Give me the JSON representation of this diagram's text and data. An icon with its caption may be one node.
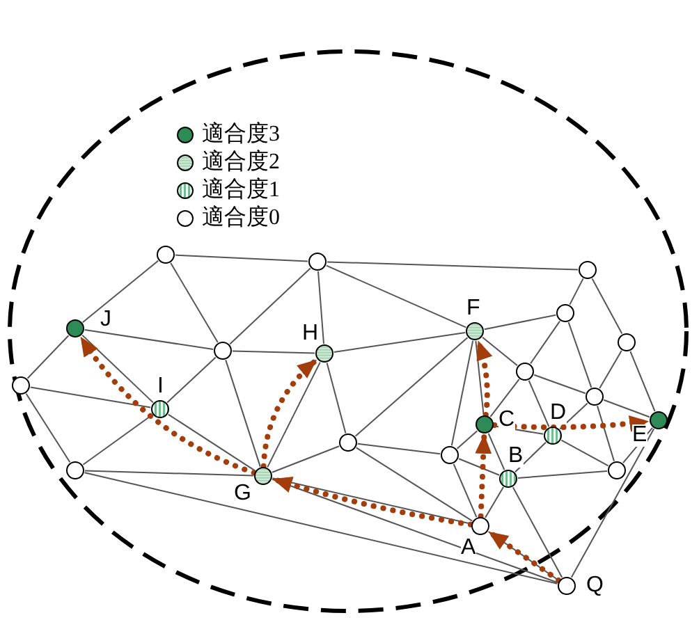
{
  "diagram": {
    "nodes": [
      {
        "text": [],
        "shape": "circle"
      },
      {
        "text": [],
        "shape": "circle"
      },
      {
        "text": [],
        "shape": "circle"
      },
      {
        "text": [],
        "shape": "circle"
      },
      {
        "text": [],
        "shape": "circle",
        "beside": [
          "J"
        ]
      },
      {
        "text": [],
        "shape": "circle",
        "beside": [
          "F"
        ]
      },
      {
        "text": [],
        "shape": "circle"
      },
      {
        "text": [],
        "shape": "circle"
      },
      {
        "text": [],
        "shape": "circle",
        "beside": [
          "H"
        ]
      },
      {
        "text": [],
        "shape": "circle"
      },
      {
        "text": [],
        "shape": "circle"
      },
      {
        "text": [],
        "shape": "circle"
      },
      {
        "text": [],
        "shape": "circle",
        "beside": [
          "I"
        ]
      },
      {
        "text": [],
        "shape": "circle",
        "beside": [
          "E"
        ]
      },
      {
        "text": [],
        "shape": "circle",
        "beside": [
          "C"
        ]
      },
      {
        "text": [],
        "shape": "circle",
        "beside": [
          "D"
        ]
      },
      {
        "text": [],
        "shape": "circle"
      },
      {
        "text": [],
        "shape": "circle"
      },
      {
        "text": [],
        "shape": "circle"
      },
      {
        "text": [],
        "shape": "circle"
      },
      {
        "text": [],
        "shape": "circle",
        "beside": [
          "G"
        ]
      },
      {
        "text": [],
        "shape": "circle",
        "beside": [
          "B"
        ]
      },
      {
        "text": [],
        "shape": "circle",
        "beside": [
          "A"
        ]
      },
      {
        "text": [],
        "shape": "circle",
        "beside": [
          "Q"
        ]
      }
    ],
    "edges": [
      {
        "from": 0,
        "to": 1,
        "arrow": "none"
      },
      {
        "from": 0,
        "to": 4,
        "arrow": "none"
      },
      {
        "from": 0,
        "to": 7,
        "arrow": "none"
      },
      {
        "from": 1,
        "to": 2,
        "arrow": "none"
      },
      {
        "from": 1,
        "to": 8,
        "arrow": "none"
      },
      {
        "from": 1,
        "to": 7,
        "arrow": "none"
      },
      {
        "from": 1,
        "to": 5,
        "arrow": "none"
      },
      {
        "from": 7,
        "to": 4,
        "arrow": "none"
      },
      {
        "from": 7,
        "to": 8,
        "arrow": "none"
      },
      {
        "from": 7,
        "to": 12,
        "arrow": "none"
      },
      {
        "from": 7,
        "to": 20,
        "arrow": "none"
      },
      {
        "from": 4,
        "to": 10,
        "arrow": "none"
      },
      {
        "from": 4,
        "to": 12,
        "arrow": "none"
      },
      {
        "from": 10,
        "to": 12,
        "arrow": "none"
      },
      {
        "from": 10,
        "to": 18,
        "arrow": "none"
      },
      {
        "from": 12,
        "to": 18,
        "arrow": "none"
      },
      {
        "from": 12,
        "to": 20,
        "arrow": "none"
      },
      {
        "from": 18,
        "to": 20,
        "arrow": "none"
      },
      {
        "from": 18,
        "to": 23,
        "arrow": "none"
      },
      {
        "from": 8,
        "to": 5,
        "arrow": "none"
      },
      {
        "from": 8,
        "to": 16,
        "arrow": "none"
      },
      {
        "from": 8,
        "to": 20,
        "arrow": "none"
      },
      {
        "from": 16,
        "to": 20,
        "arrow": "none"
      },
      {
        "from": 16,
        "to": 5,
        "arrow": "none"
      },
      {
        "from": 16,
        "to": 17,
        "arrow": "none"
      },
      {
        "from": 16,
        "to": 22,
        "arrow": "none"
      },
      {
        "from": 20,
        "to": 22,
        "arrow": "none"
      },
      {
        "from": 20,
        "to": 23,
        "arrow": "none"
      },
      {
        "from": 5,
        "to": 3,
        "arrow": "none"
      },
      {
        "from": 5,
        "to": 9,
        "arrow": "none"
      },
      {
        "from": 5,
        "to": 17,
        "arrow": "none"
      },
      {
        "from": 5,
        "to": 14,
        "arrow": "none"
      },
      {
        "from": 2,
        "to": 3,
        "arrow": "none"
      },
      {
        "from": 2,
        "to": 6,
        "arrow": "none"
      },
      {
        "from": 3,
        "to": 9,
        "arrow": "none"
      },
      {
        "from": 3,
        "to": 11,
        "arrow": "none"
      },
      {
        "from": 6,
        "to": 11,
        "arrow": "none"
      },
      {
        "from": 6,
        "to": 13,
        "arrow": "none"
      },
      {
        "from": 9,
        "to": 14,
        "arrow": "none"
      },
      {
        "from": 9,
        "to": 15,
        "arrow": "none"
      },
      {
        "from": 9,
        "to": 11,
        "arrow": "none"
      },
      {
        "from": 11,
        "to": 15,
        "arrow": "none"
      },
      {
        "from": 11,
        "to": 13,
        "arrow": "none"
      },
      {
        "from": 11,
        "to": 19,
        "arrow": "none"
      },
      {
        "from": 14,
        "to": 15,
        "arrow": "none"
      },
      {
        "from": 14,
        "to": 21,
        "arrow": "none"
      },
      {
        "from": 14,
        "to": 17,
        "arrow": "none"
      },
      {
        "from": 15,
        "to": 21,
        "arrow": "none"
      },
      {
        "from": 15,
        "to": 19,
        "arrow": "none"
      },
      {
        "from": 17,
        "to": 21,
        "arrow": "none"
      },
      {
        "from": 17,
        "to": 22,
        "arrow": "none"
      },
      {
        "from": 21,
        "to": 19,
        "arrow": "none"
      },
      {
        "from": 21,
        "to": 22,
        "arrow": "none"
      },
      {
        "from": 21,
        "to": 23,
        "arrow": "none"
      },
      {
        "from": 19,
        "to": 13,
        "arrow": "none"
      },
      {
        "from": 13,
        "to": 23,
        "arrow": "none"
      },
      {
        "from": 22,
        "to": 23,
        "arrow": "none"
      },
      {
        "from": 23,
        "to": 22,
        "arrow": "to",
        "style": "dashed",
        "color": "#a33d0c"
      },
      {
        "from": 22,
        "to": 20,
        "arrow": "to",
        "style": "dashed",
        "color": "#a33d0c"
      },
      {
        "from": 22,
        "to": 14,
        "arrow": "to",
        "style": "dashed",
        "color": "#a33d0c"
      },
      {
        "from": 14,
        "to": 5,
        "arrow": "to",
        "style": "dashed",
        "color": "#a33d0c"
      },
      {
        "from": 14,
        "to": 13,
        "arrow": "to",
        "style": "dashed",
        "color": "#a33d0c"
      },
      {
        "from": 20,
        "to": 4,
        "arrow": "to",
        "style": "dashed",
        "color": "#a33d0c"
      },
      {
        "from": 20,
        "to": 8,
        "arrow": "to",
        "style": "dashed",
        "color": "#a33d0c"
      }
    ],
    "legend": [
      {
        "text": "適合度3",
        "color": "#2e8b57"
      },
      {
        "text": "適合度2"
      },
      {
        "text": "適合度1"
      },
      {
        "text": "適合度0",
        "color": "#ffffff"
      }
    ]
  }
}
